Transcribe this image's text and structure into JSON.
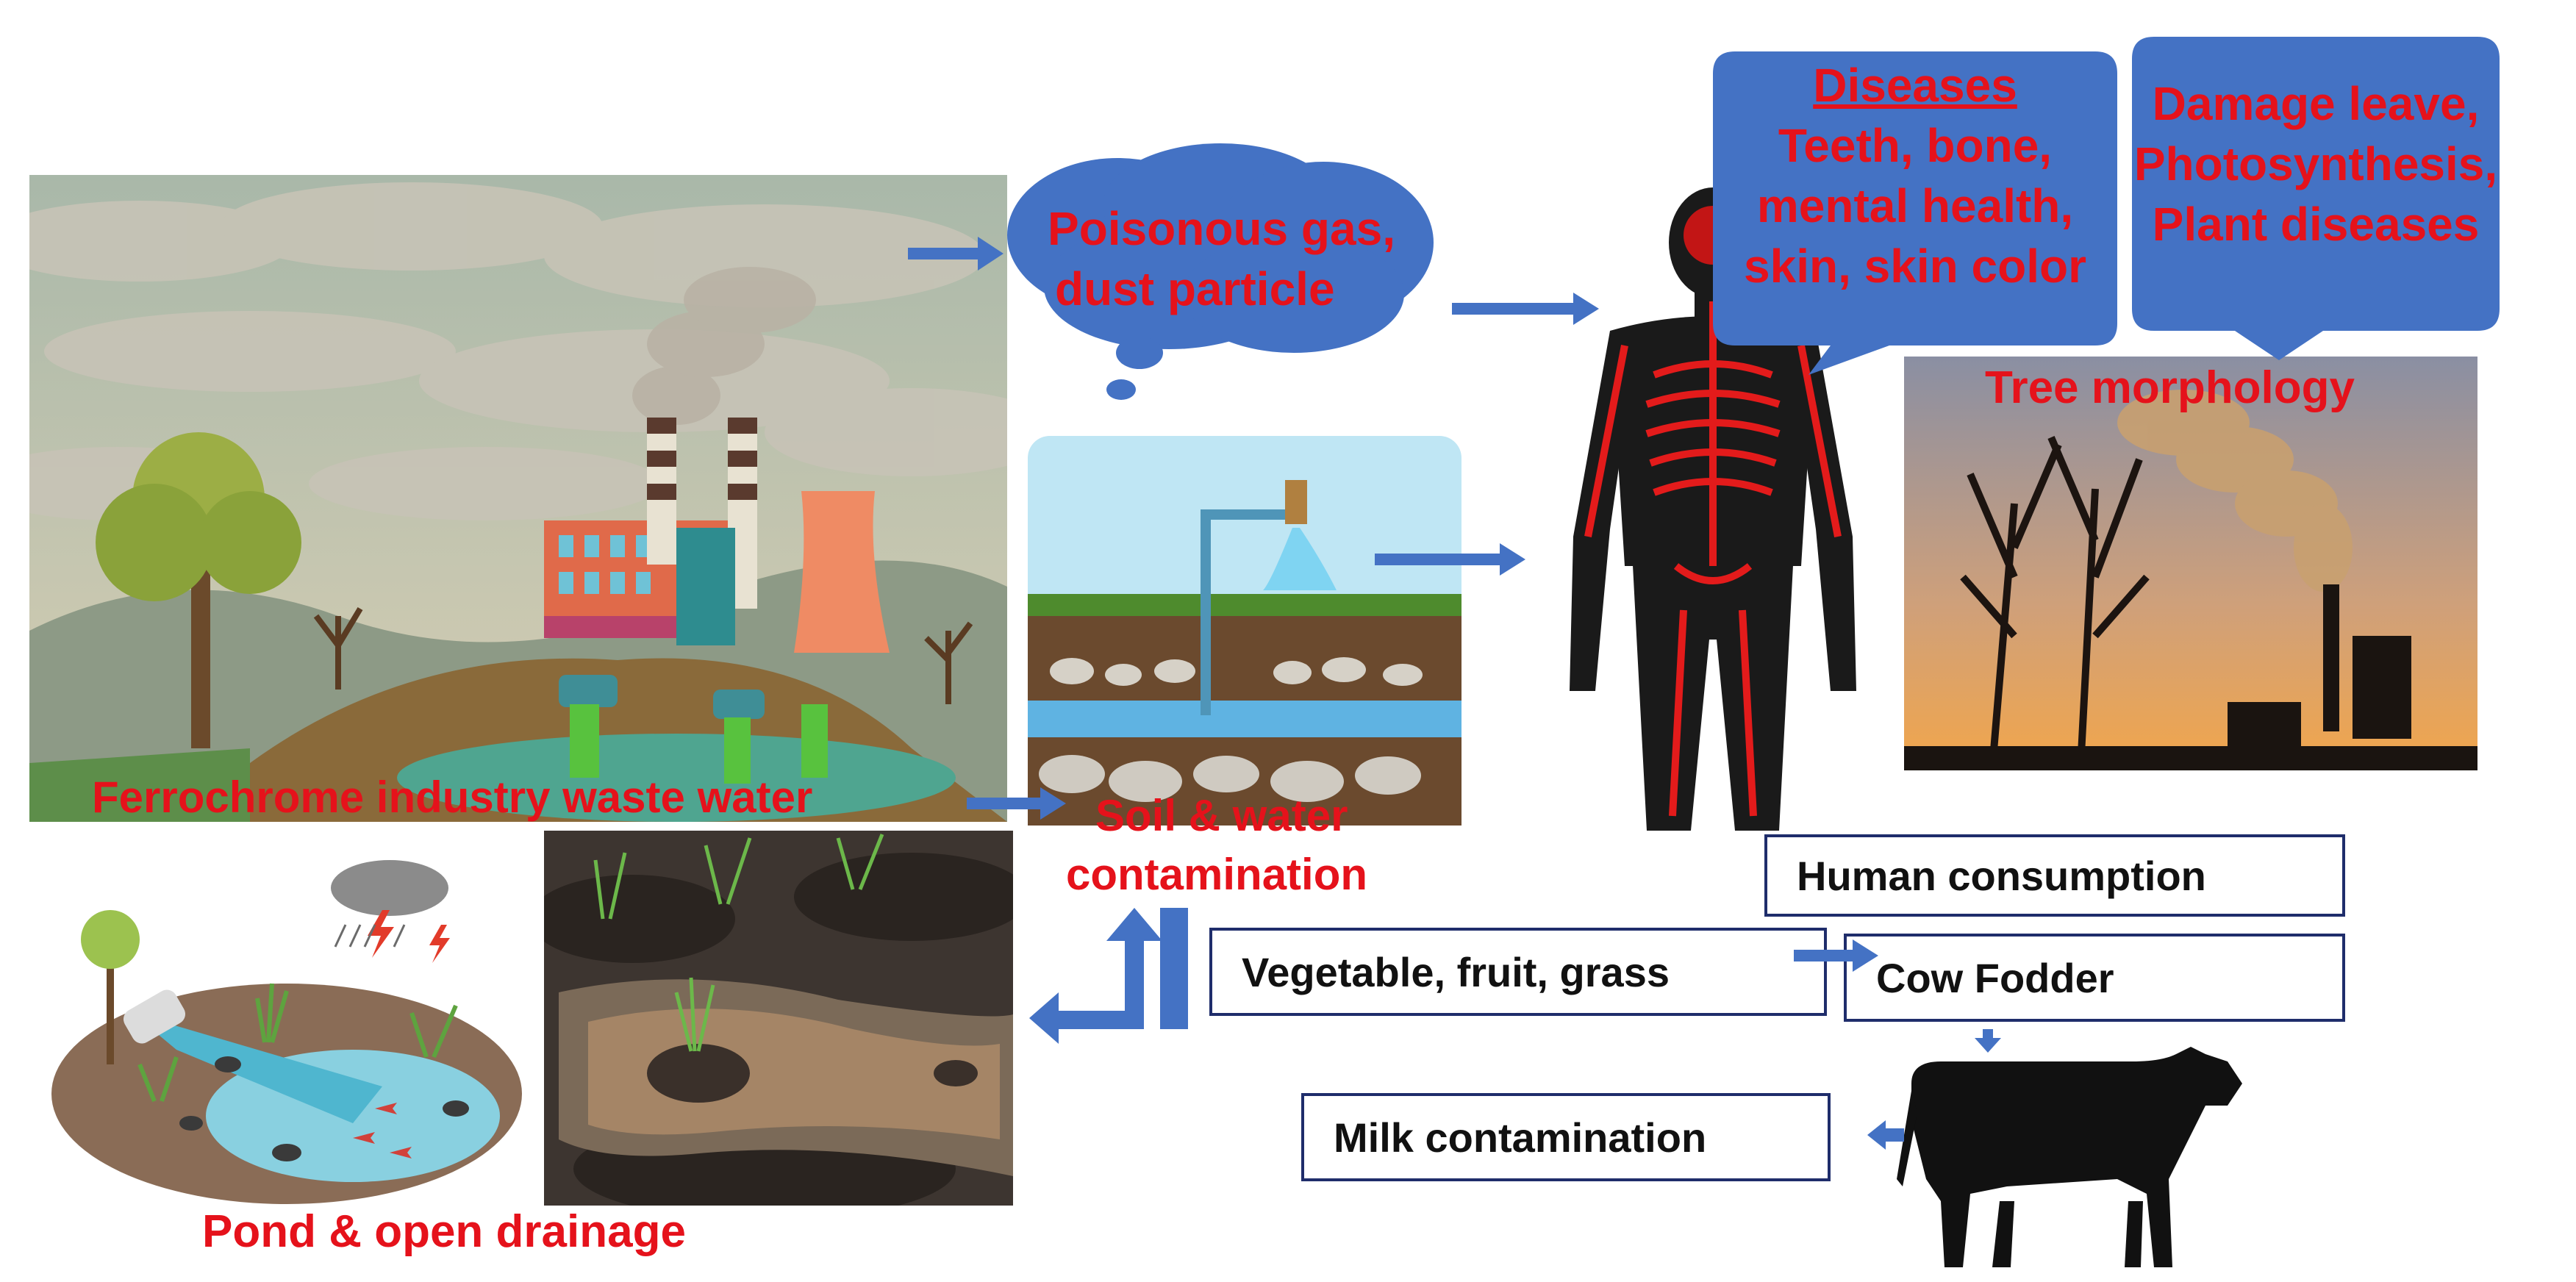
{
  "labels": {
    "ferrochrome": "Ferrochrome industry waste water",
    "soil_water_1": "Soil & water",
    "soil_water_2": "contamination",
    "pond": "Pond & open drainage",
    "tree_morphology": "Tree morphology"
  },
  "gas_cloud": {
    "line1": "Poisonous gas,",
    "line2": "dust particle"
  },
  "diseases_callout": {
    "title": "Diseases",
    "line1": "Teeth, bone,",
    "line2": "mental health,",
    "line3": "skin, skin color"
  },
  "plant_callout": {
    "line1": "Damage leave,",
    "line2": "Photosynthesis,",
    "line3": "Plant diseases"
  },
  "boxes": {
    "human_consumption": "Human consumption",
    "vegetable": "Vegetable, fruit, grass",
    "cow_fodder": "Cow Fodder",
    "milk": "Milk contamination"
  },
  "colors": {
    "label_red": "#e5121b",
    "callout_blue": "#4472c4",
    "arrow_blue": "#4472c4",
    "box_border": "#1f2d6b"
  },
  "icons": [
    "factory-scene",
    "soil-water-tap",
    "human-skeleton",
    "industrial-smoke-trees",
    "drainage-pond",
    "muddy-water-puddle",
    "cow-silhouette"
  ]
}
